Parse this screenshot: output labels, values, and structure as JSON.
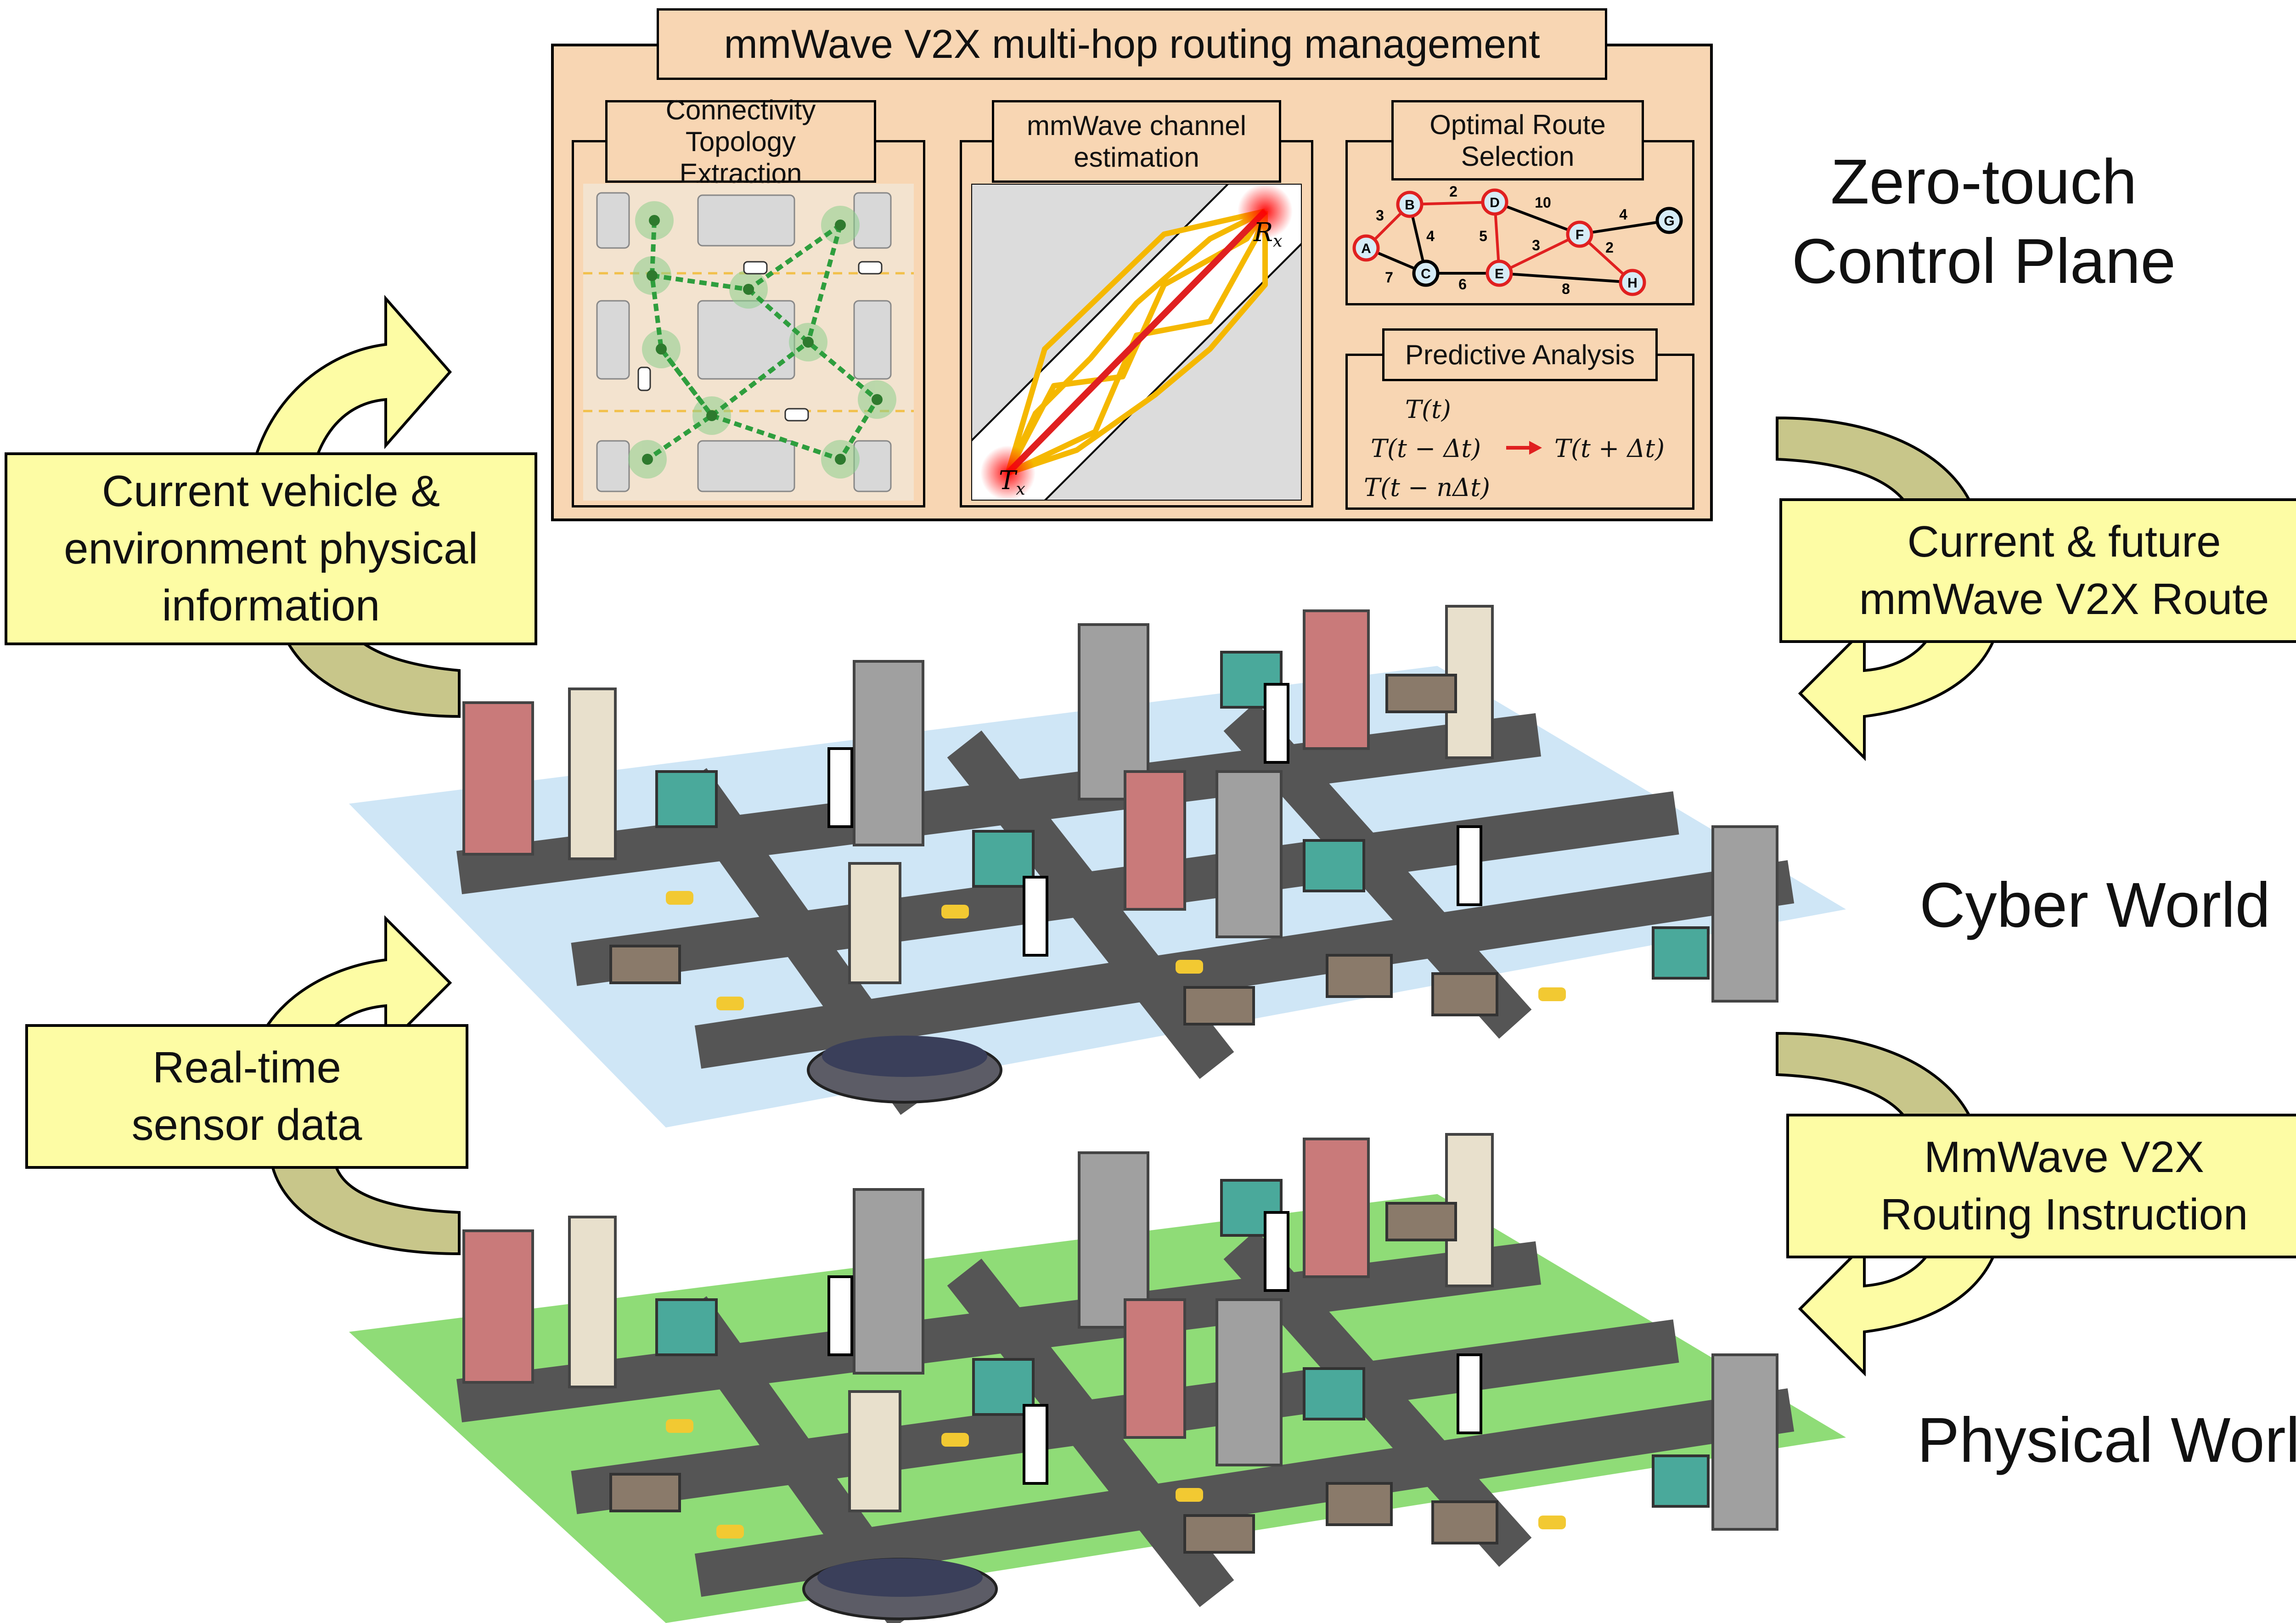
{
  "control_plane": {
    "title": "mmWave V2X multi-hop routing management",
    "topology": {
      "title_line1": "Connectivity Topology",
      "title_line2": "Extraction"
    },
    "channel": {
      "title_line1": "mmWave channel",
      "title_line2": "estimation",
      "tx": "T",
      "tx_sub": "x",
      "rx": "R",
      "rx_sub": "x"
    },
    "route": {
      "title_line1": "Optimal Route",
      "title_line2": "Selection",
      "nodes": [
        "A",
        "B",
        "C",
        "D",
        "E",
        "F",
        "G",
        "H"
      ],
      "weights": [
        "3",
        "2",
        "10",
        "4",
        "4",
        "5",
        "3",
        "2",
        "7",
        "6",
        "8"
      ]
    },
    "predictive": {
      "title": "Predictive Analysis",
      "eq1": "T(t)",
      "eq2": "T(t − Δt)",
      "eq3": "T(t + Δt)",
      "eq4": "T(t − nΔt)"
    }
  },
  "labels": {
    "zero_touch_line1": "Zero-touch",
    "zero_touch_line2": "Control Plane",
    "cyber_world": "Cyber World",
    "physical_world": "Physical World"
  },
  "boxes": {
    "current_info_line1": "Current vehicle &",
    "current_info_line2": "environment physical",
    "current_info_line3": "information",
    "future_route_line1": "Current & future",
    "future_route_line2": "mmWave V2X Route",
    "sensor_line1": "Real-time",
    "sensor_line2": "sensor data",
    "routing_line1": "MmWave V2X",
    "routing_line2": "Routing Instruction"
  },
  "colors": {
    "panel_fill": "#f8d6b3",
    "label_box_fill": "#fdfca4",
    "arrow_head_fill": "#fdfca4",
    "arrow_tail_fill": "#c8c68a",
    "cyber_ground": "#cfe6f6",
    "physical_ground": "#8fdc77",
    "road": "#555555",
    "route_red": "#e02020",
    "topology_green": "#2e9e3e"
  }
}
